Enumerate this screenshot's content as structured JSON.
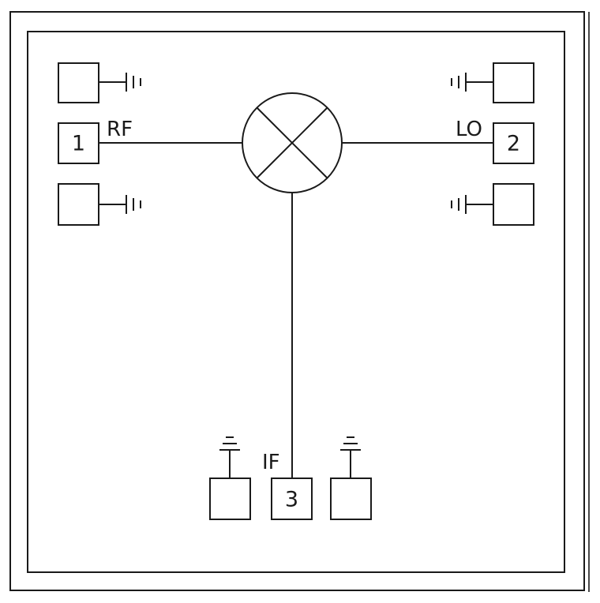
{
  "diagram": {
    "ports": {
      "rf": {
        "label": "RF",
        "pin": "1"
      },
      "lo": {
        "label": "LO",
        "pin": "2"
      },
      "if": {
        "label": "IF",
        "pin": "3"
      }
    }
  }
}
